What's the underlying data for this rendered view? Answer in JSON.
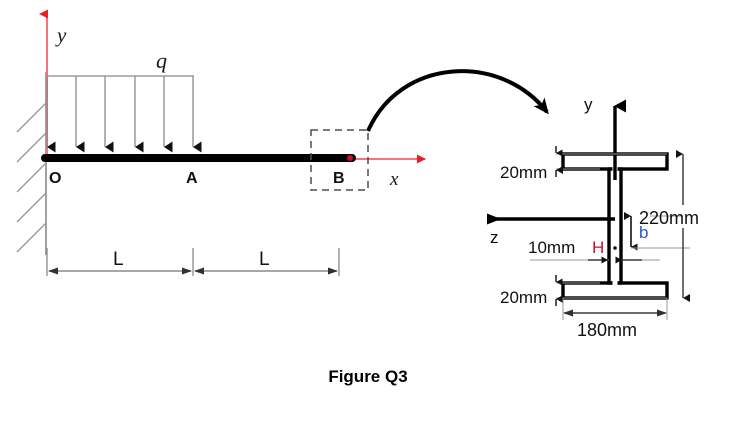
{
  "figure": {
    "caption": "Figure Q3",
    "beam_diagram": {
      "axis_y_label": "y",
      "axis_x_label": "x",
      "load_label": "q",
      "node_left_label": "O",
      "node_mid_label": "A",
      "node_right_label": "B",
      "span_left_label": "L",
      "span_right_label": "L",
      "load_arrow_count": 6,
      "support_type": "fixed-wall",
      "detail_box_target": "B"
    },
    "cross_section": {
      "axis_y_label": "y",
      "axis_z_label": "z",
      "top_flange_thickness": "20mm",
      "bottom_flange_thickness": "20mm",
      "web_thickness": "10mm",
      "total_height": "220mm",
      "flange_width": "180mm",
      "centroid_marker_label": "H",
      "centroid_distance_label": "b",
      "shape": "I-beam"
    },
    "colors": {
      "axis_red": "#f4737f",
      "arrow_red": "#ee1c25",
      "dim_blue": "#2f4fd0",
      "marker_red": "#c8102e",
      "beam_black": "#000000",
      "dim_gray": "#808080"
    }
  }
}
